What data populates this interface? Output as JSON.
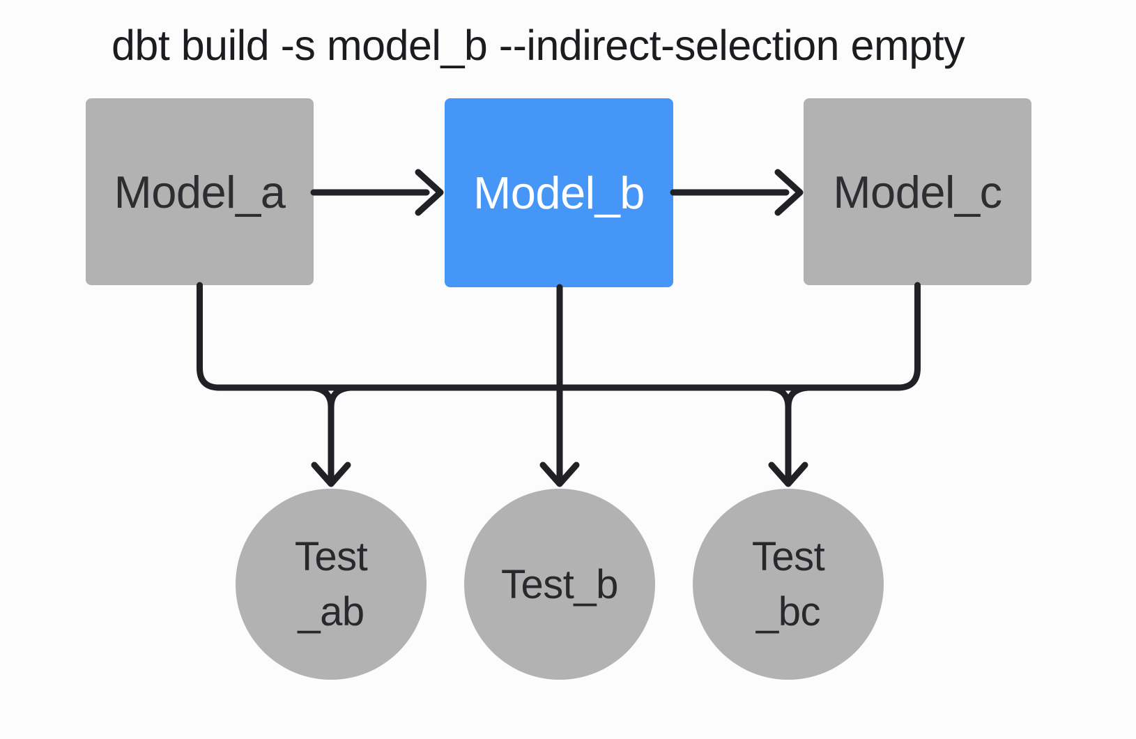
{
  "title": "dbt build -s model_b --indirect-selection empty",
  "colors": {
    "background": "#fcfcfc",
    "node_gray": "#b2b2b2",
    "selected_blue": "#4596f6",
    "edge_stroke": "#202124",
    "title_text": "#1a1c1f",
    "node_text_dark": "#2c2e31",
    "node_text_light": "#ffffff"
  },
  "models": [
    {
      "id": "model_a",
      "label": "Model_a",
      "selected": false
    },
    {
      "id": "model_b",
      "label": "Model_b",
      "selected": true
    },
    {
      "id": "model_c",
      "label": "Model_c",
      "selected": false
    }
  ],
  "tests": [
    {
      "id": "test_ab",
      "line1": "Test",
      "line2": "_ab"
    },
    {
      "id": "test_b",
      "line1": "Test_b",
      "line2": ""
    },
    {
      "id": "test_bc",
      "line1": "Test",
      "line2": "_bc"
    }
  ],
  "edges": [
    "model_a -> model_b",
    "model_b -> model_c",
    "model_a -> test_ab",
    "model_b -> test_ab",
    "model_b -> test_b",
    "model_b -> test_bc",
    "model_c -> test_bc"
  ]
}
